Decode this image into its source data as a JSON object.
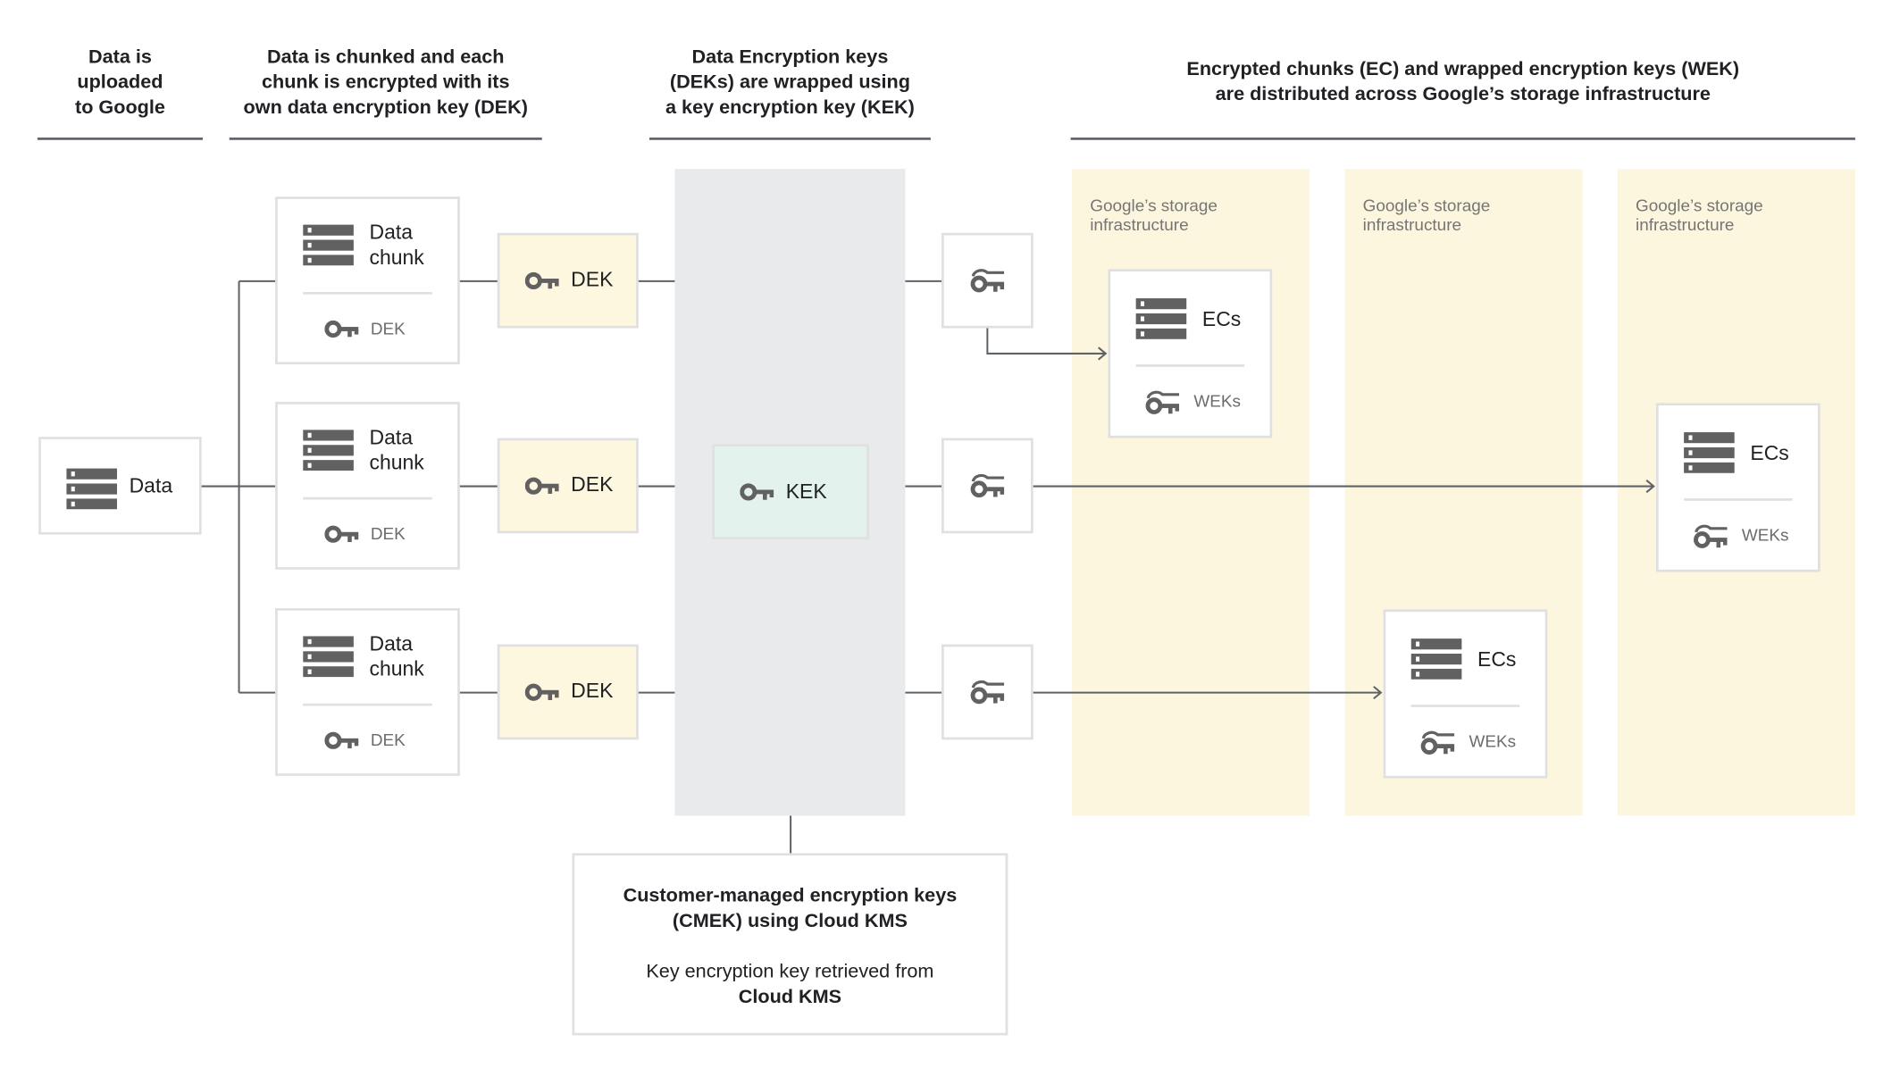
{
  "headers": [
    "Data is\nuploaded\nto Google",
    "Data is chunked and each\nchunk is encrypted with its\nown data encryption key (DEK)",
    "Data Encryption keys\n(DEKs) are wrapped using\na key encryption key (KEK)",
    "Encrypted chunks (EC) and wrapped encryption keys (WEK)\nare distributed across Google’s storage infrastructure"
  ],
  "data_box": {
    "label": "Data",
    "icon": "server-stack-icon"
  },
  "chunks": [
    {
      "label": "Data\nchunk",
      "key_label": "DEK"
    },
    {
      "label": "Data\nchunk",
      "key_label": "DEK"
    },
    {
      "label": "Data\nchunk",
      "key_label": "DEK"
    }
  ],
  "deks": [
    {
      "label": "DEK"
    },
    {
      "label": "DEK"
    },
    {
      "label": "DEK"
    }
  ],
  "kek": {
    "label": "KEK",
    "icon": "key-icon"
  },
  "wrapped_key_icon": "wrapped-key-icon",
  "storage_columns": [
    {
      "label": "Google’s storage\ninfrastructure"
    },
    {
      "label": "Google’s storage\ninfrastructure"
    },
    {
      "label": "Google’s storage\ninfrastructure"
    }
  ],
  "ec_boxes": [
    {
      "label": "ECs",
      "key_label": "WEKs"
    },
    {
      "label": "ECs",
      "key_label": "WEKs"
    },
    {
      "label": "ECs",
      "key_label": "WEKs"
    }
  ],
  "cmek": {
    "title": "Customer-managed encryption keys\n(CMEK) using Cloud KMS",
    "body": "Key encryption key retrieved from",
    "body_bold": "Cloud KMS"
  },
  "colors": {
    "icon": "#616161",
    "border": "#e0e0e0",
    "dek_fill": "#fef7e0",
    "storage_fill": "#fdf6df",
    "kek_column": "#e8eaeb",
    "kek_fill": "#e3f2ec",
    "line": "#5f6368"
  }
}
